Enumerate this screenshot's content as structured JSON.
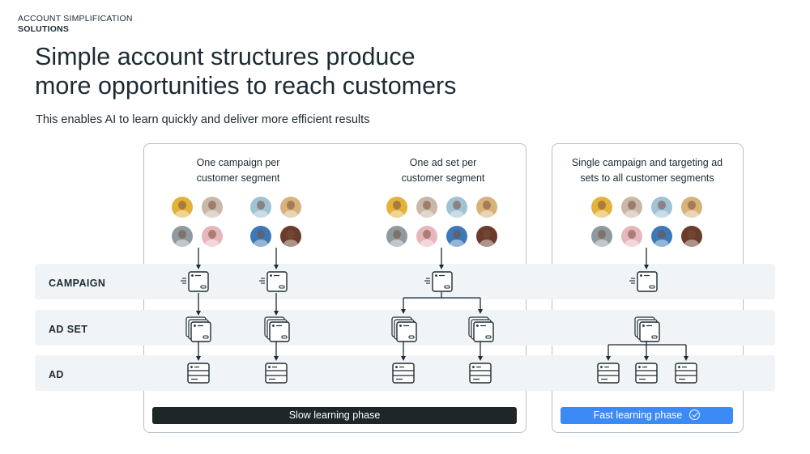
{
  "header": {
    "eyebrow_line1": "ACCOUNT SIMPLIFICATION",
    "eyebrow_line2": "SOLUTIONS",
    "title_line1": "Simple account structures produce",
    "title_line2": "more opportunities to reach customers",
    "subtitle": "This enables AI to learn quickly and deliver more efficient results"
  },
  "rows": {
    "campaign": "CAMPAIGN",
    "ad_set": "AD SET",
    "ad": "AD"
  },
  "columns": [
    {
      "line1": "One campaign per",
      "line2": "customer segment"
    },
    {
      "line1": "One ad set per",
      "line2": "customer segment"
    },
    {
      "line1": "Single campaign and targeting ad",
      "line2": "sets to all customer segments"
    }
  ],
  "footer": {
    "slow_label": "Slow learning phase",
    "fast_label": "Fast learning phase"
  },
  "icons": {
    "campaign": "campaign-card-icon",
    "ad_set": "stacked-cards-icon",
    "ad": "ad-card-icon",
    "fast_check": "check-circle-icon"
  },
  "colors": {
    "band": "#f1f4f7",
    "panel_border": "#b9c0c7",
    "slow_pill": "#1f2629",
    "fast_pill": "#3b8af5",
    "text": "#1c2b33"
  }
}
